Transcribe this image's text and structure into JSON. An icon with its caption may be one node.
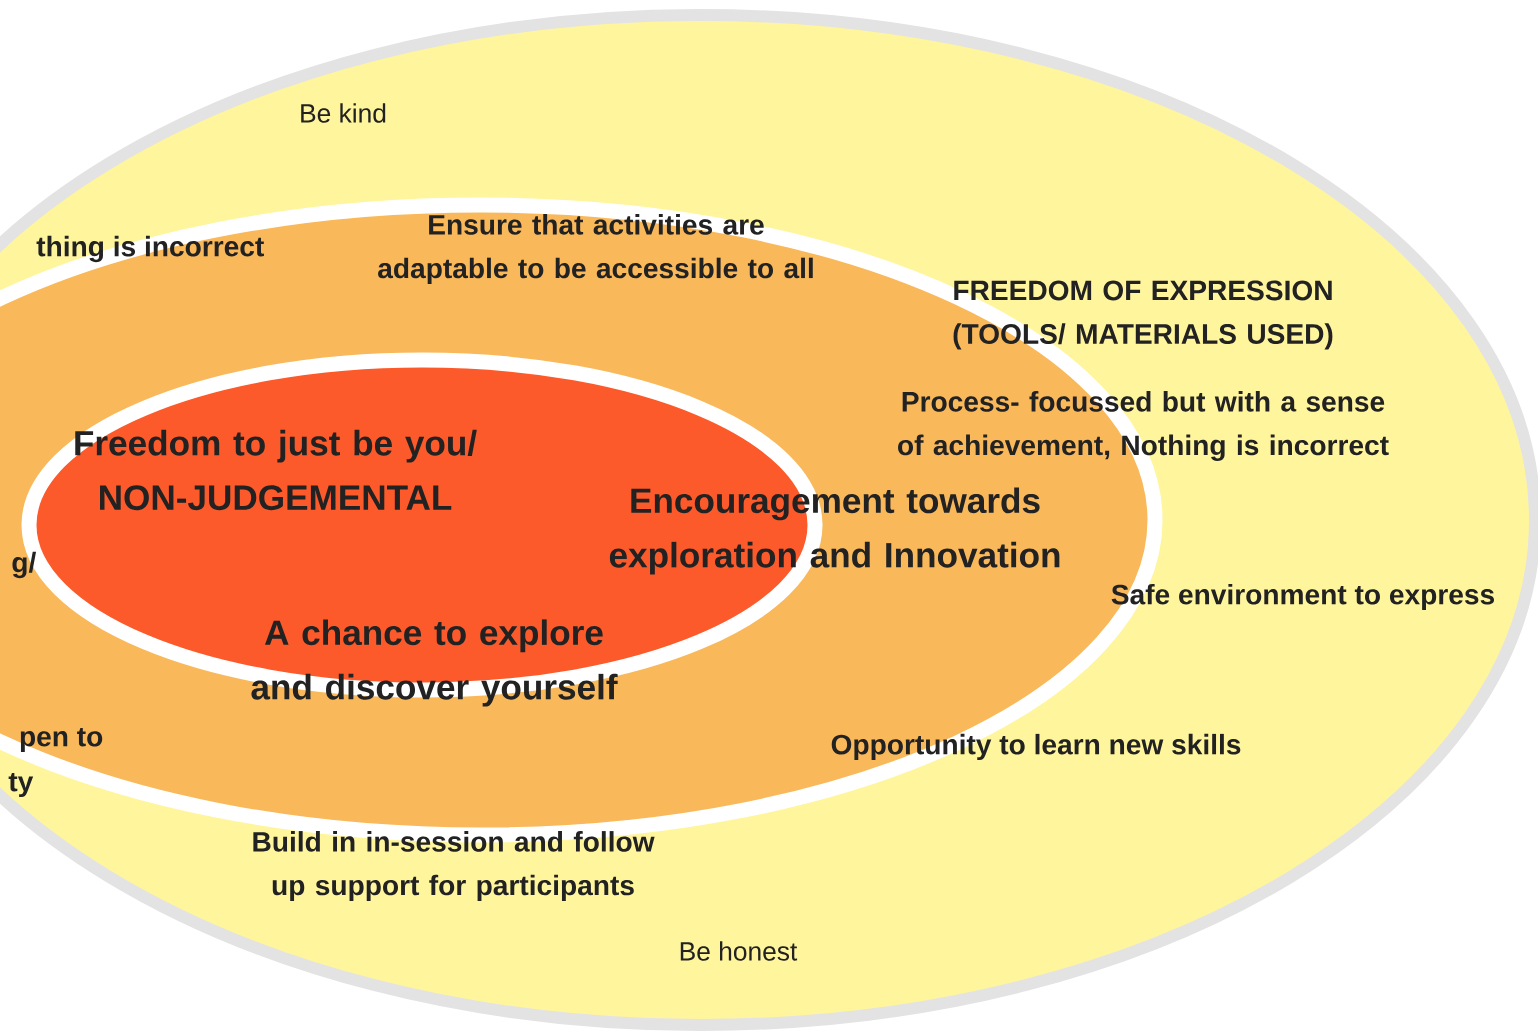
{
  "diagram": {
    "nodes": [
      {
        "text": [
          "Be kind",
          "FREEDOM OF EXPRESSION (TOOLS/ MATERIALS USED)",
          "Process- focussed but with a sense of achievement, Nothing is incorrect",
          "Safe environment to express",
          "Opportunity to learn new skills",
          "Build in in-session and follow up support for participants",
          "Be honest"
        ]
      },
      {
        "text": [
          "thing is incorrect",
          "Ensure that activities are adaptable to be accessible to all",
          "g/",
          "Encouragement towards exploration and Innovation",
          "pen to",
          "ty"
        ],
        "in": 0
      },
      {
        "text": [
          "Freedom to just be you/ NON-JUDGEMENTAL",
          "A chance to explore and discover yourself"
        ],
        "in": 1
      }
    ]
  }
}
